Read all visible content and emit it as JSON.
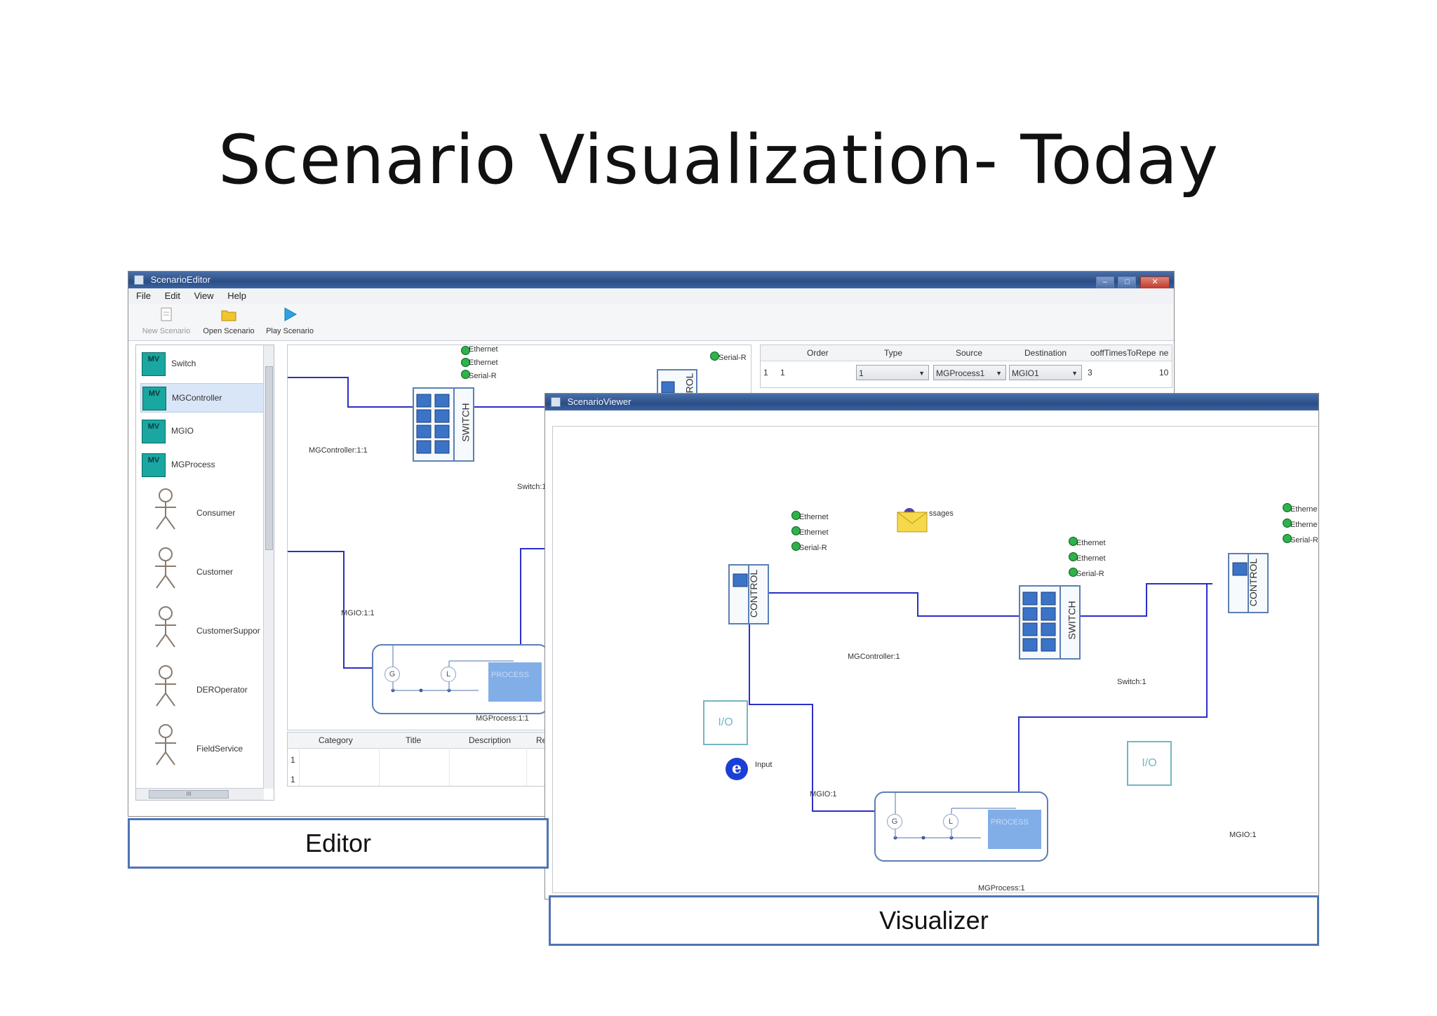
{
  "slide": {
    "title": "Scenario Visualization- Today"
  },
  "editor": {
    "window_title": "ScenarioEditor",
    "menu": [
      "File",
      "Edit",
      "View",
      "Help"
    ],
    "toolbar": {
      "new": "New Scenario",
      "open": "Open Scenario",
      "play": "Play Scenario"
    },
    "palette": {
      "blocks": [
        {
          "label": "Switch",
          "badge": "MV"
        },
        {
          "label": "MGController",
          "badge": "MV"
        },
        {
          "label": "MGIO",
          "badge": "MV"
        },
        {
          "label": "MGProcess",
          "badge": "MV"
        }
      ],
      "actors": [
        "Consumer",
        "Customer",
        "CustomerSuppor",
        "DEROperator",
        "FieldService"
      ],
      "scroll_h_mid": "III"
    },
    "canvas": {
      "ports_switch": [
        "Ethernet",
        "Ethernet",
        "Serial-R"
      ],
      "port_right": "Serial-R",
      "switch_text": "SWITCH",
      "control_text": "ROL",
      "labels": {
        "controller": "MGController:1:1",
        "switch": "Switch:1",
        "mgio": "MGIO:1:1",
        "process": "MGProcess:1:1"
      },
      "gen_g": "G",
      "gen_l": "L",
      "process_text": "PROCESS"
    },
    "grid": {
      "headers": [
        "Order",
        "Type",
        "Source",
        "Destination",
        "ooffTimesToRepe",
        "ne"
      ],
      "row": {
        "idx": "1",
        "order": "1",
        "type": "1",
        "source": "MGProcess1",
        "destination": "MGIO1",
        "times": "3",
        "ne": "10"
      }
    },
    "bottom_table": {
      "headers": [
        "Category",
        "Title",
        "Description",
        "Recei"
      ],
      "rows": [
        "1",
        "1"
      ]
    },
    "caption": "Editor"
  },
  "viewer": {
    "window_title": "ScenarioViewer",
    "ports_control_left": [
      "Ethernet",
      "Ethernet",
      "Serial-R"
    ],
    "ports_switch": [
      "Ethernet",
      "Ethernet",
      "Serial-R"
    ],
    "ports_control_right": [
      "Ethernet",
      "Ethernet",
      "Serial-R"
    ],
    "control_text": "CONTROL",
    "switch_text": "SWITCH",
    "io_text": "I/O",
    "messages_label": "ssages",
    "labels": {
      "controller": "MGController:1",
      "switch": "Switch:1",
      "mgio_left": "MGIO:1",
      "mgio_right": "MGIO:1",
      "process": "MGProcess:1"
    },
    "input_label": "Input",
    "e_icon": "e",
    "gen_g": "G",
    "gen_l": "L",
    "process_text": "PROCESS",
    "caption": "Visualizer"
  },
  "colors": {
    "wire": "#2c2fc8",
    "accent": "#4f74b5",
    "node": "#5b7fb3",
    "io": "#73b6c4",
    "badge": "#1aa6a1"
  }
}
